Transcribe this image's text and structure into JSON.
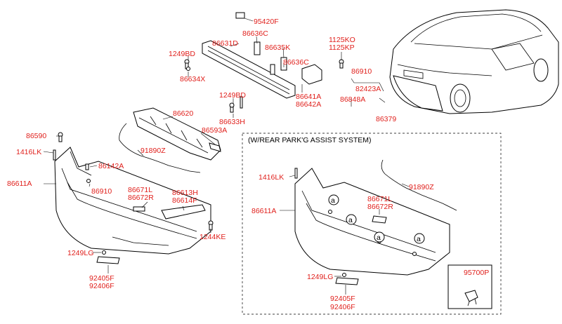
{
  "labels": {
    "p95420F": "95420F",
    "p86631D": "86631D",
    "p86636C_a": "86636C",
    "p86635K": "86635K",
    "p86636C_b": "86636C",
    "p1125KO": "1125KO",
    "p1125KP": "1125KP",
    "p1249BD_a": "1249BD",
    "p86634X": "86634X",
    "p86910_a": "86910",
    "p82423A": "82423A",
    "p86848A": "86848A",
    "p86379": "86379",
    "p1249BD_b": "1249BD",
    "p86633H": "86633H",
    "p86641A": "86641A",
    "p86642A": "86642A",
    "p86620": "86620",
    "p86593A": "86593A",
    "p86590": "86590",
    "p1416LK_a": "1416LK",
    "p86142A": "86142A",
    "p91890Z_a": "91890Z",
    "p86611A_a": "86611A",
    "p86910_b": "86910",
    "p86671L_a": "86671L",
    "p86672R_a": "86672R",
    "p86613H": "86613H",
    "p86614F": "86614F",
    "p1244KE": "1244KE",
    "p1249LG_a": "1249LG",
    "p92405F_a": "92405F",
    "p92406F_a": "92406F",
    "p1416LK_b": "1416LK",
    "p91890Z_b": "91890Z",
    "p86611A_b": "86611A",
    "p86671L_b": "86671L",
    "p86672R_b": "86672R",
    "p1249LG_b": "1249LG",
    "p92405F_b": "92405F",
    "p92406F_b": "92406F",
    "p95700P": "95700P"
  },
  "box_title": "(W/REAR PARK'G ASSIST SYSTEM)",
  "callout_letter": "a",
  "colors": {
    "label": "#e0201c",
    "line": "#000000",
    "background": "#ffffff"
  }
}
